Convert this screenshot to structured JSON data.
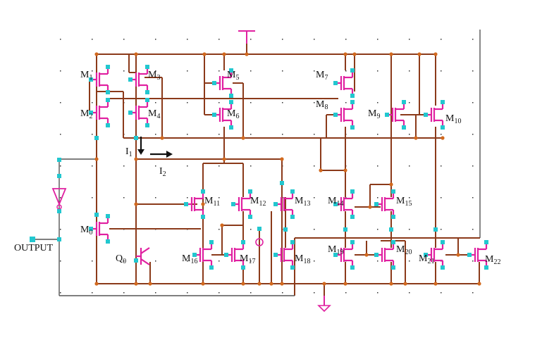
{
  "labels": {
    "M1": {
      "main": "M",
      "sub": "1"
    },
    "M2": {
      "main": "M",
      "sub": "2"
    },
    "M3": {
      "main": "M",
      "sub": "3"
    },
    "M4": {
      "main": "M",
      "sub": "4"
    },
    "M5": {
      "main": "M",
      "sub": "5"
    },
    "M6": {
      "main": "M",
      "sub": "6"
    },
    "M7": {
      "main": "M",
      "sub": "7"
    },
    "M8": {
      "main": "M",
      "sub": "8"
    },
    "M9": {
      "main": "M",
      "sub": "9"
    },
    "M10": {
      "main": "M",
      "sub": "10"
    },
    "M0": {
      "main": "M",
      "sub": "0"
    },
    "M11": {
      "main": "M",
      "sub": "11"
    },
    "M12": {
      "main": "M",
      "sub": "12"
    },
    "M13": {
      "main": "M",
      "sub": "13"
    },
    "M14": {
      "main": "M",
      "sub": "14"
    },
    "M15": {
      "main": "M",
      "sub": "15"
    },
    "M16": {
      "main": "M",
      "sub": "16"
    },
    "M17": {
      "main": "M",
      "sub": "17"
    },
    "M18": {
      "main": "M",
      "sub": "18"
    },
    "M19": {
      "main": "M",
      "sub": "19"
    },
    "M20": {
      "main": "M",
      "sub": "20"
    },
    "M21": {
      "main": "M",
      "sub": "21"
    },
    "M22": {
      "main": "M",
      "sub": "22"
    },
    "Q0": {
      "main": "Q",
      "sub": "0"
    },
    "I1": {
      "main": "I",
      "sub": "1"
    },
    "I2": {
      "main": "I",
      "sub": "2"
    },
    "output": "OUTPUT"
  },
  "colors": {
    "wire": "#8b3a1a",
    "transistor": "#e020a0",
    "pin": "#22c7cf",
    "node": "#d2691e"
  }
}
